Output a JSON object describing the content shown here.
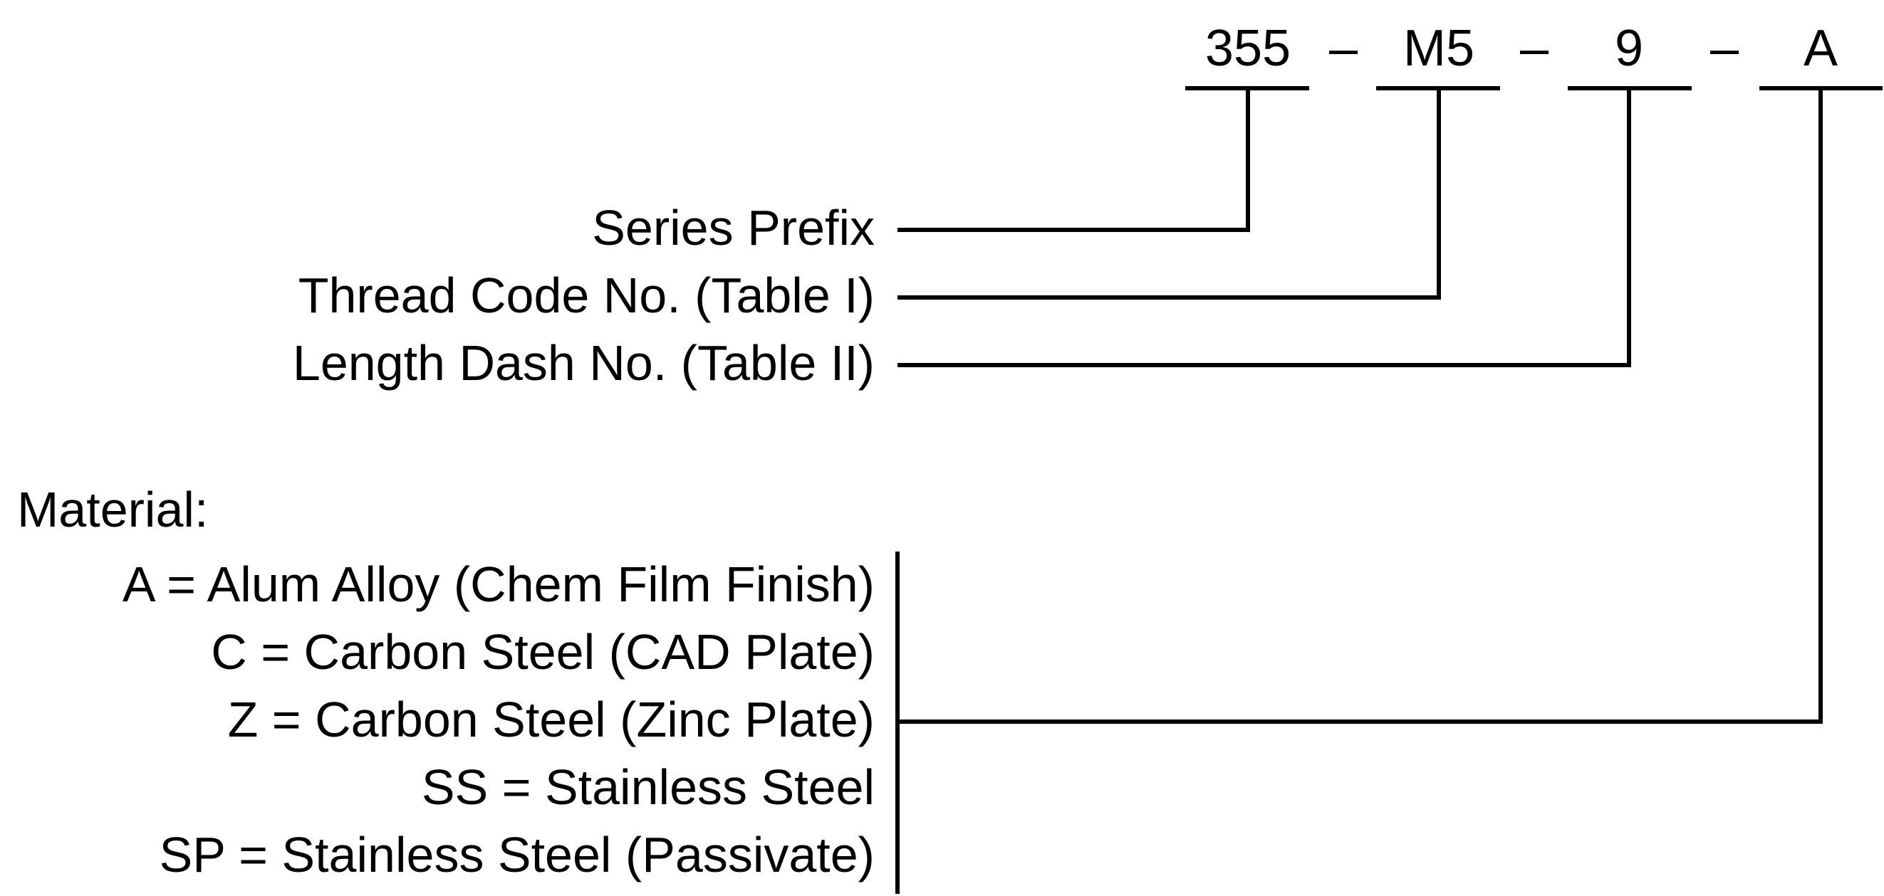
{
  "part_number": {
    "segments": [
      "355",
      "M5",
      "9",
      "A"
    ],
    "separator": "–"
  },
  "callouts": {
    "series_prefix": "Series Prefix",
    "thread_code": "Thread Code No. (Table I)",
    "length_dash": "Length Dash No. (Table II)"
  },
  "material": {
    "heading": "Material:",
    "options": [
      "A = Alum Alloy (Chem Film Finish)",
      "C = Carbon Steel (CAD Plate)",
      "Z = Carbon Steel (Zinc Plate)",
      "SS = Stainless Steel",
      "SP = Stainless Steel (Passivate)"
    ]
  },
  "colors": {
    "line": "#000000",
    "text": "#000000",
    "background": "#ffffff"
  }
}
